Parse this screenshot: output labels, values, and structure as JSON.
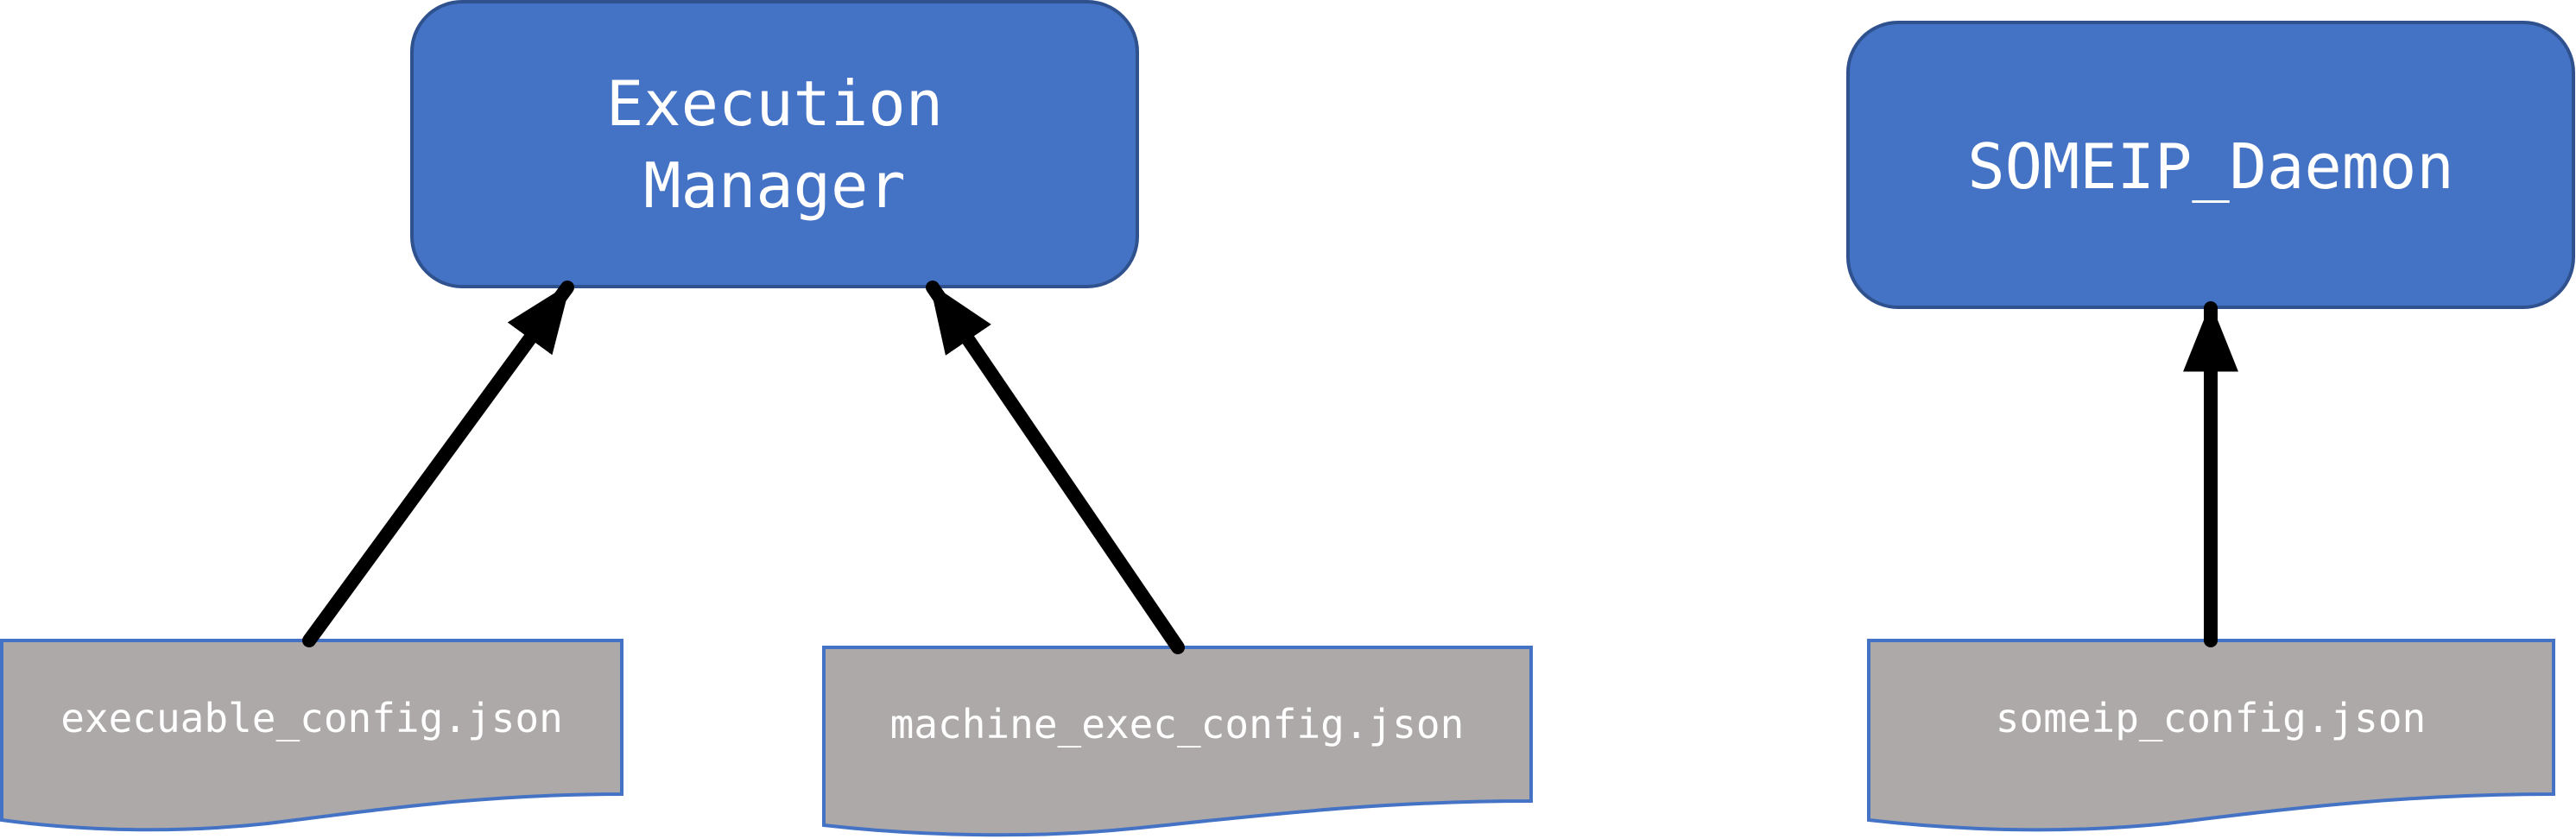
{
  "diagram": {
    "processes": {
      "execution_manager": {
        "line1": "Execution",
        "line2": "Manager"
      },
      "someip_daemon": {
        "label": "SOMEIP_Daemon"
      }
    },
    "documents": {
      "executable_config": {
        "label": "execuable_config.json"
      },
      "machine_exec_config": {
        "label": "machine_exec_config.json"
      },
      "someip_config": {
        "label": "someip_config.json"
      }
    },
    "edges": [
      {
        "from": "execuable_config.json",
        "to": "Execution Manager"
      },
      {
        "from": "machine_exec_config.json",
        "to": "Execution Manager"
      },
      {
        "from": "someip_config.json",
        "to": "SOMEIP_Daemon"
      }
    ],
    "colors": {
      "process_fill": "#4472C4",
      "process_stroke": "#2F528F",
      "document_fill": "#ADA9A8",
      "document_stroke": "#4472C4",
      "arrow": "#000000",
      "text": "#FFFFFF"
    }
  }
}
